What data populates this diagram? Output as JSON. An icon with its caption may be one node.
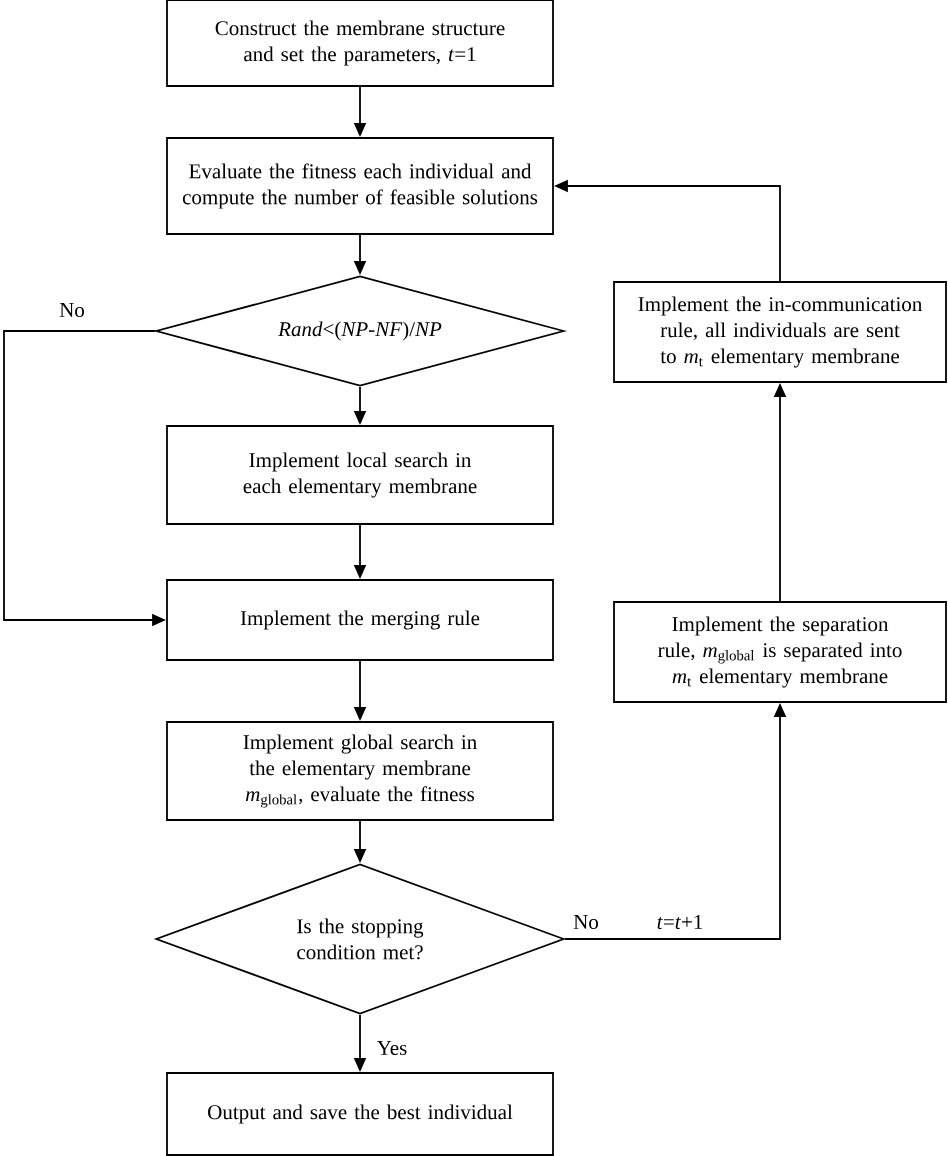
{
  "diagram": {
    "nodes": [
      {
        "text": [
          "Construct the membrane structure and set the parameters, *t*=1"
        ]
      },
      {
        "text": [
          "Evaluate the fitness each individual and compute the number of feasible solutions"
        ]
      },
      {
        "text": [
          "*Rand*<(*NP*-*NF*)/*NP*"
        ]
      },
      {
        "text": [
          "Implement local search in each elementary membrane"
        ]
      },
      {
        "text": [
          "Implement the merging rule"
        ]
      },
      {
        "text": [
          "Implement global search in the elementary membrane *m*$_{global}$, evaluate the fitness"
        ]
      },
      {
        "text": [
          "Is the stopping condition met?"
        ]
      },
      {
        "text": [
          "Output and save the best individual"
        ]
      },
      {
        "text": [
          "Implement the in-communication rule, all individuals are sent to *m*$_{t}$ elementary membrane"
        ]
      },
      {
        "text": [
          "Implement the separation rule, *m*$_{global}$ is separated into *m*$_{t}$ elementary membrane"
        ]
      }
    ],
    "edges": [
      {
        "from": 0,
        "to": 1,
        "arrow": "to"
      },
      {
        "from": 1,
        "to": 2,
        "arrow": "to"
      },
      {
        "from": 2,
        "to": 3,
        "arrow": "to"
      },
      {
        "from": 2,
        "to": 4,
        "arrow": "to",
        "label": "No"
      },
      {
        "from": 3,
        "to": 4,
        "arrow": "to"
      },
      {
        "from": 4,
        "to": 5,
        "arrow": "to"
      },
      {
        "from": 5,
        "to": 6,
        "arrow": "to"
      },
      {
        "from": 6,
        "to": 7,
        "arrow": "to",
        "label": "Yes"
      },
      {
        "from": 6,
        "to": 9,
        "arrow": "to",
        "label": "No"
      },
      {
        "from": 9,
        "to": 8,
        "arrow": "to"
      },
      {
        "from": 8,
        "to": 1,
        "arrow": "to"
      }
    ],
    "labels": [
      "*t*=*t*+1"
    ]
  }
}
